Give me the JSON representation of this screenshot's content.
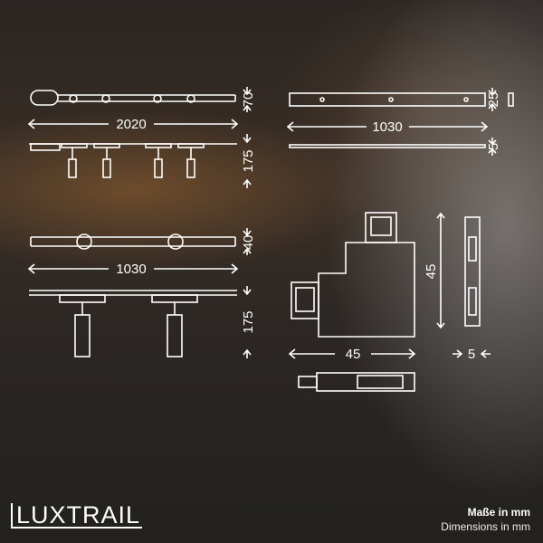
{
  "brand": {
    "logo": "LUXTRAIL"
  },
  "units": {
    "de": "Maße in mm",
    "en": "Dimensions in mm"
  },
  "dimensions": {
    "set1_length": "2020",
    "set1_top_height": "70",
    "set1_side_height": "175",
    "set2_length": "1030",
    "set2_top_height": "40",
    "set2_side_height": "175",
    "rail_length": "1030",
    "rail_height": "25",
    "rail_side_height": "5",
    "connector_height": "45",
    "connector_width": "45",
    "connector_depth": "5"
  }
}
